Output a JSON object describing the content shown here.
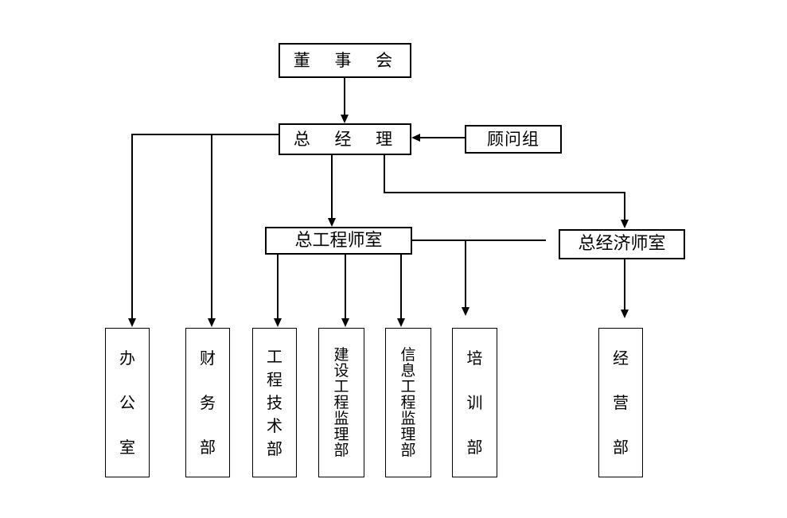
{
  "colors": {
    "background": "#ffffff",
    "line": "#000000"
  },
  "nodes": {
    "board": "董 事 会",
    "general_manager": "总 经 理",
    "advisory_group": "顾问组",
    "chief_engineer_office": "总工程师室",
    "chief_economist_office": "总经济师室",
    "office": "办公室",
    "finance_dept": "财务部",
    "engineering_tech_dept": "工程技术部",
    "construction_supervision_dept": "建设工程监理部",
    "information_supervision_dept": "信息工程监理部",
    "training_dept": "培训部",
    "operations_dept": "经营部"
  }
}
